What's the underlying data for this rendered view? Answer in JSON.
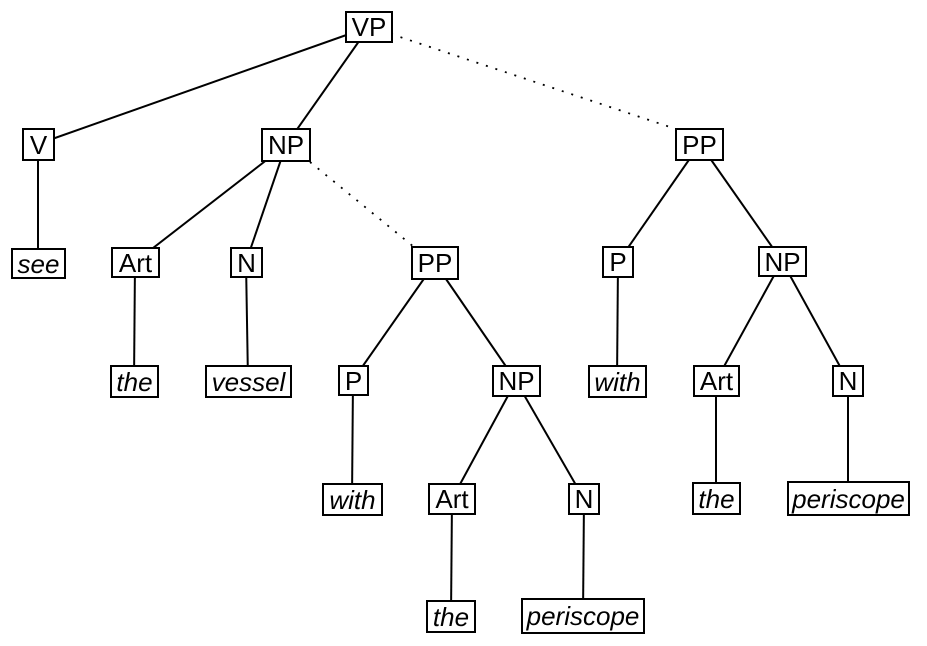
{
  "canvas": {
    "background": "#ffffff",
    "foreground": "#000000"
  },
  "tree": {
    "nodes": {
      "vp": {
        "label": "VP"
      },
      "v": {
        "label": "V"
      },
      "np1": {
        "label": "NP"
      },
      "pp_right": {
        "label": "PP"
      },
      "see": {
        "label": "see"
      },
      "art1": {
        "label": "Art"
      },
      "n1": {
        "label": "N"
      },
      "pp_mid": {
        "label": "PP"
      },
      "p_right": {
        "label": "P"
      },
      "np_right": {
        "label": "NP"
      },
      "the1": {
        "label": "the"
      },
      "vessel": {
        "label": "vessel"
      },
      "p_mid": {
        "label": "P"
      },
      "np_mid": {
        "label": "NP"
      },
      "with_right": {
        "label": "with"
      },
      "art_right": {
        "label": "Art"
      },
      "n_right": {
        "label": "N"
      },
      "with_mid": {
        "label": "with"
      },
      "art_mid": {
        "label": "Art"
      },
      "n_mid": {
        "label": "N"
      },
      "the_right": {
        "label": "the"
      },
      "periscope_right": {
        "label": "periscope"
      },
      "the_mid": {
        "label": "the"
      },
      "periscope_mid": {
        "label": "periscope"
      }
    },
    "edges": [
      {
        "from": "vp",
        "to": "v",
        "style": "solid"
      },
      {
        "from": "vp",
        "to": "np1",
        "style": "solid"
      },
      {
        "from": "vp",
        "to": "pp_right",
        "style": "dotted"
      },
      {
        "from": "v",
        "to": "see",
        "style": "solid"
      },
      {
        "from": "np1",
        "to": "art1",
        "style": "solid"
      },
      {
        "from": "np1",
        "to": "n1",
        "style": "solid"
      },
      {
        "from": "np1",
        "to": "pp_mid",
        "style": "dotted"
      },
      {
        "from": "art1",
        "to": "the1",
        "style": "solid"
      },
      {
        "from": "n1",
        "to": "vessel",
        "style": "solid"
      },
      {
        "from": "pp_mid",
        "to": "p_mid",
        "style": "solid"
      },
      {
        "from": "pp_mid",
        "to": "np_mid",
        "style": "solid"
      },
      {
        "from": "p_mid",
        "to": "with_mid",
        "style": "solid"
      },
      {
        "from": "np_mid",
        "to": "art_mid",
        "style": "solid"
      },
      {
        "from": "np_mid",
        "to": "n_mid",
        "style": "solid"
      },
      {
        "from": "art_mid",
        "to": "the_mid",
        "style": "solid"
      },
      {
        "from": "n_mid",
        "to": "periscope_mid",
        "style": "solid"
      },
      {
        "from": "pp_right",
        "to": "p_right",
        "style": "solid"
      },
      {
        "from": "pp_right",
        "to": "np_right",
        "style": "solid"
      },
      {
        "from": "p_right",
        "to": "with_right",
        "style": "solid"
      },
      {
        "from": "np_right",
        "to": "art_right",
        "style": "solid"
      },
      {
        "from": "np_right",
        "to": "n_right",
        "style": "solid"
      },
      {
        "from": "art_right",
        "to": "the_right",
        "style": "solid"
      },
      {
        "from": "n_right",
        "to": "periscope_right",
        "style": "solid"
      }
    ]
  }
}
